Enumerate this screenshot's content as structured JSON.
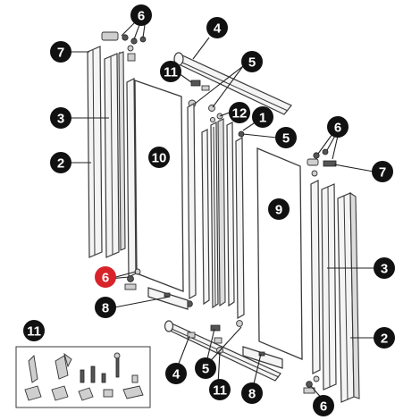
{
  "diagram": {
    "parts": [
      {
        "key": "p1",
        "label": "1"
      },
      {
        "key": "p2",
        "label": "2"
      },
      {
        "key": "p3",
        "label": "3"
      },
      {
        "key": "p4",
        "label": "4"
      },
      {
        "key": "p5",
        "label": "5"
      },
      {
        "key": "p6",
        "label": "6"
      },
      {
        "key": "p7",
        "label": "7"
      },
      {
        "key": "p8",
        "label": "8"
      },
      {
        "key": "p9",
        "label": "9"
      },
      {
        "key": "p10",
        "label": "10"
      },
      {
        "key": "p11",
        "label": "11"
      },
      {
        "key": "p12",
        "label": "12"
      }
    ],
    "colors": {
      "badge": "#111111",
      "highlight": "#d8232a",
      "line": "#3a3a3a"
    }
  }
}
